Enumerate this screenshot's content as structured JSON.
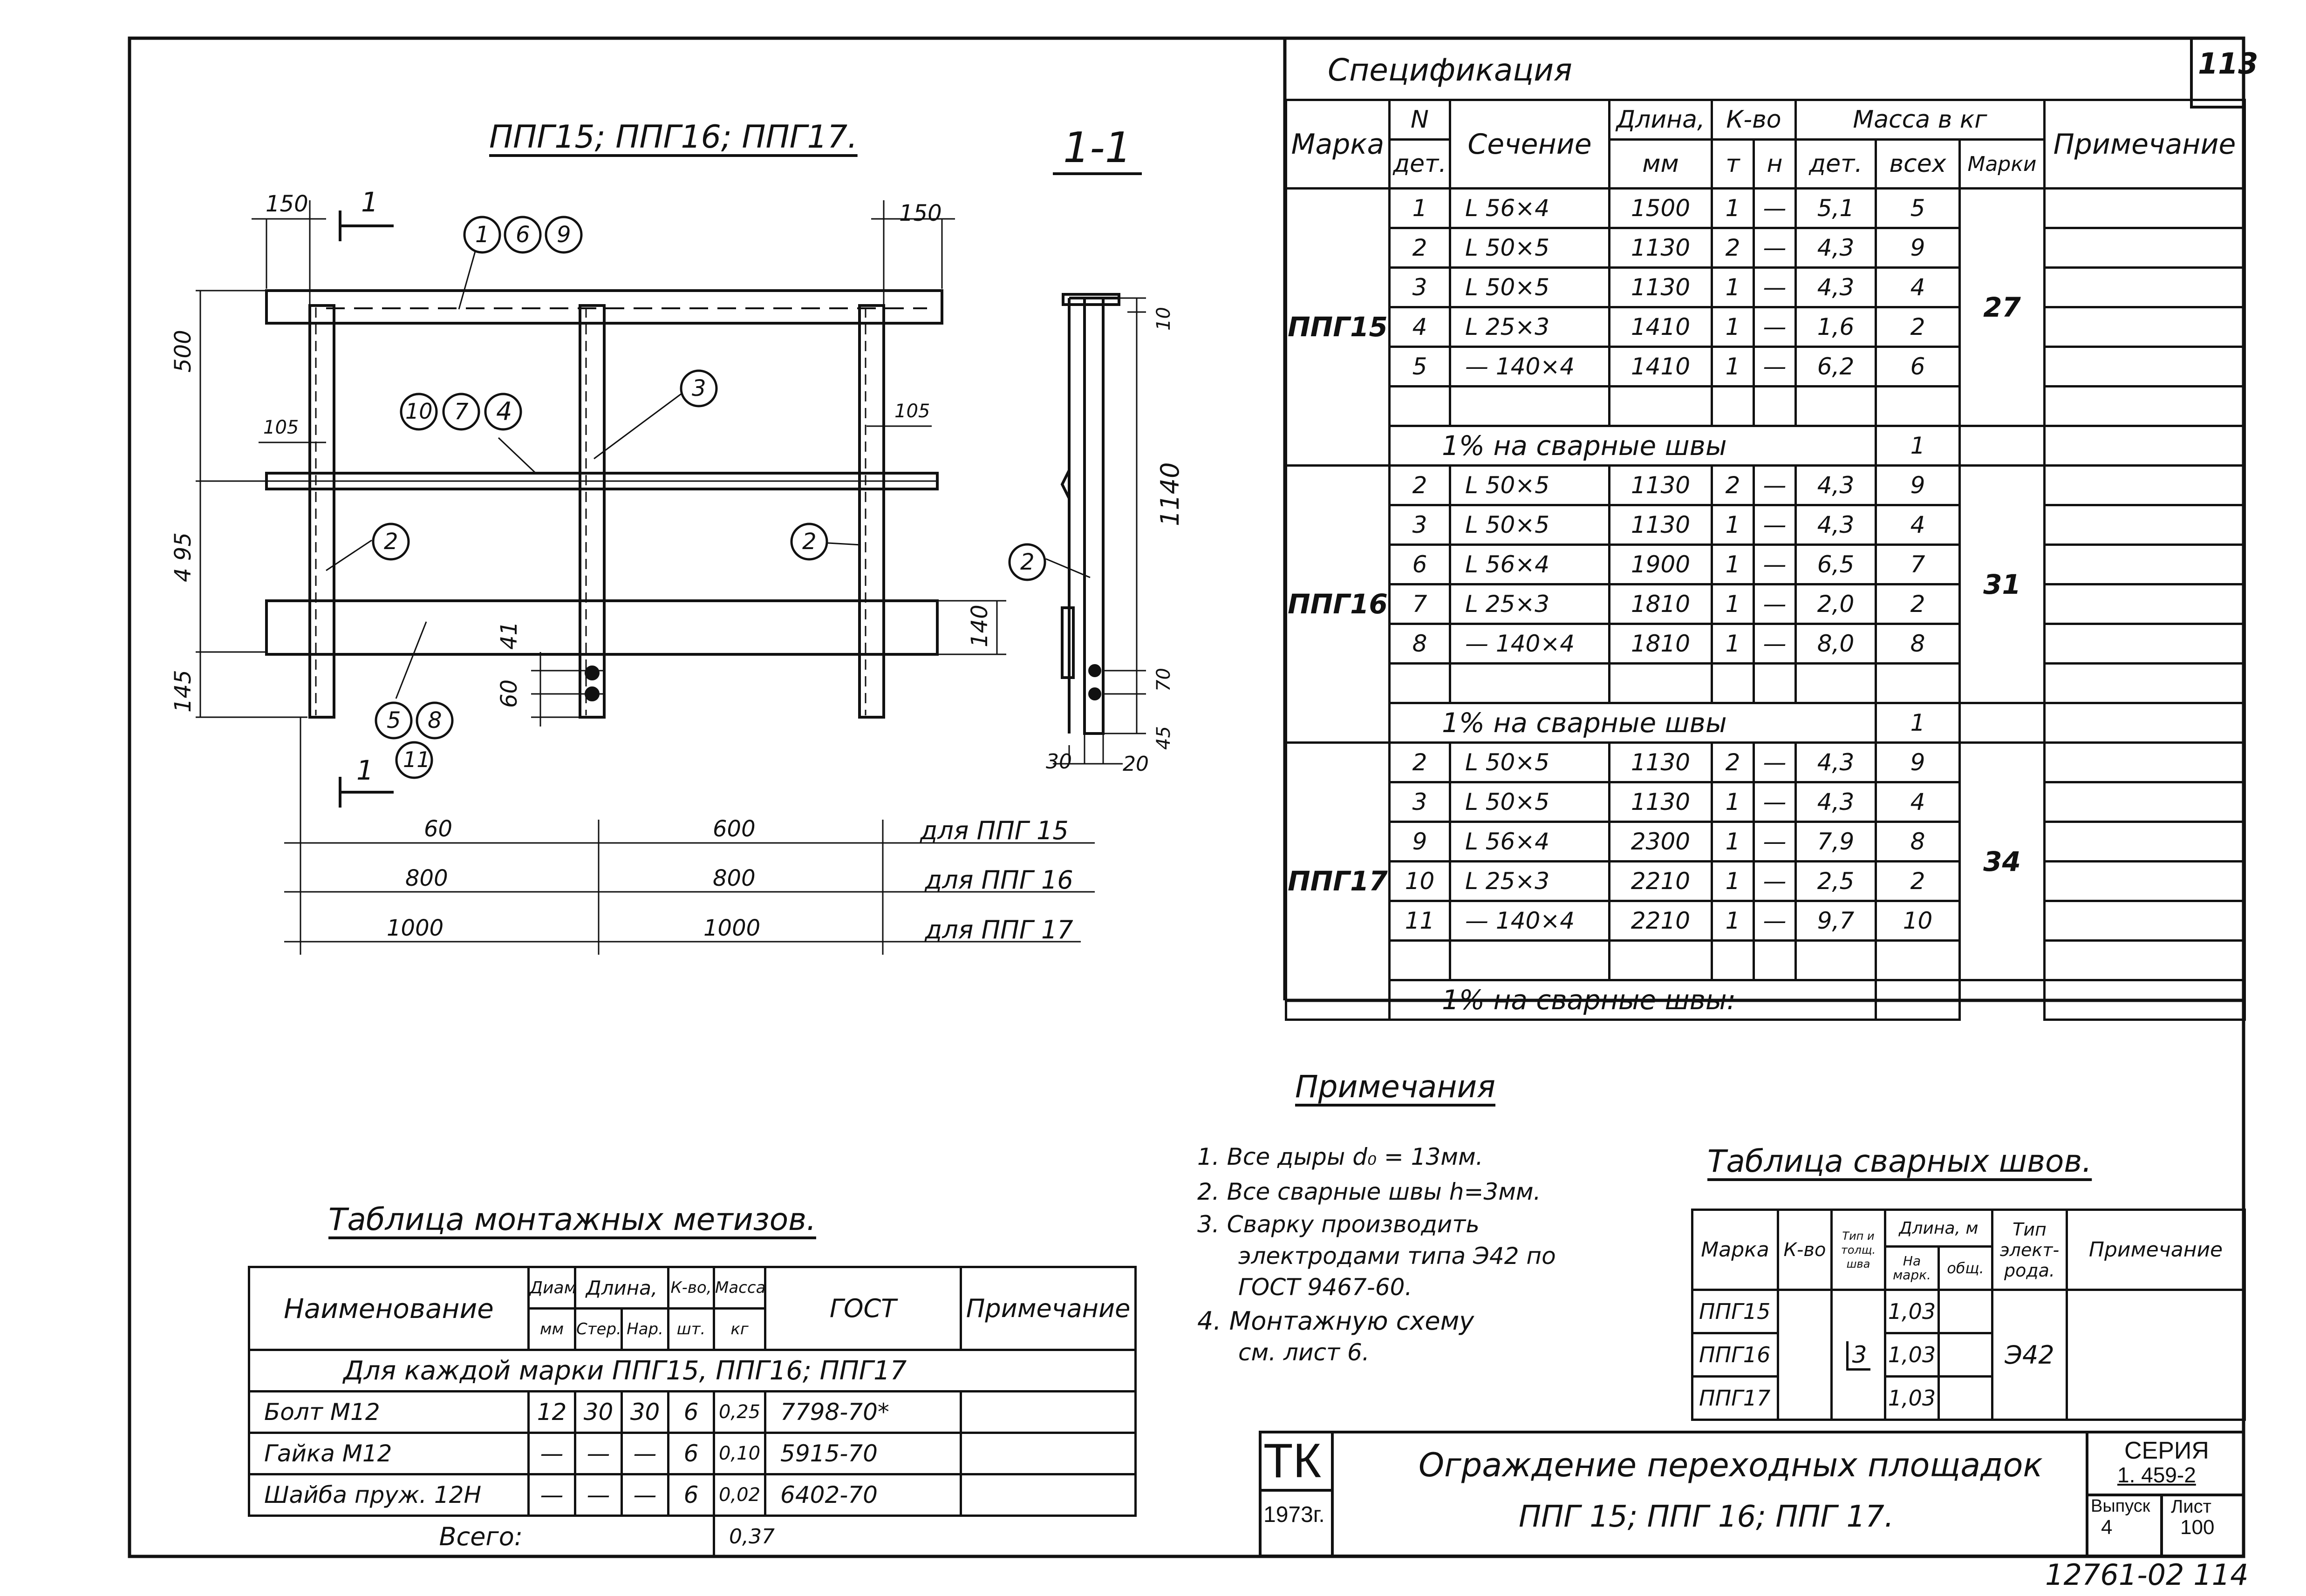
{
  "sheet_number": "113",
  "drawing": {
    "title": "ППГ15; ППГ16; ППГ17.",
    "section_title": "1-1",
    "section_mark": "1",
    "dims": {
      "d150a": "150",
      "d150b": "150",
      "d500": "500",
      "d105a": "105",
      "d105b": "105",
      "d495": "4 95",
      "d145": "145",
      "d41": "41",
      "d60": "60",
      "d140": "140",
      "d1140": "1140",
      "d10": "10",
      "d70": "70",
      "d45": "45",
      "d30": "30",
      "d20": "20"
    },
    "callouts": {
      "top": [
        "1",
        "6",
        "9"
      ],
      "mid": [
        "10",
        "7",
        "4"
      ],
      "post3": "3",
      "post2a": "2",
      "post2b": "2",
      "post2c": "2",
      "bottom": [
        "5",
        "8",
        "11"
      ]
    },
    "span_rows": [
      {
        "a": "60",
        "b": "600",
        "label": "для ППГ 15"
      },
      {
        "a": "800",
        "b": "800",
        "label": "для ППГ 16"
      },
      {
        "a": "1000",
        "b": "1000",
        "label": "для ППГ 17"
      }
    ]
  },
  "spec": {
    "title": "Спецификация",
    "headers": {
      "mark": "Марка",
      "n": "N",
      "det": "дет.",
      "section": "Сечение",
      "length": "Длина,",
      "length_unit": "мм",
      "qty": "К-во",
      "t": "т",
      "n2": "н",
      "mass": "Масса в кг",
      "mass_det": "дет.",
      "mass_all": "всех",
      "mass_mark": "Марки",
      "note": "Примечание"
    },
    "groups": [
      {
        "mark": "ППГ15",
        "total": "27",
        "weld_label": "1% на сварные швы",
        "weld_value": "1",
        "rows": [
          {
            "n": "1",
            "sec": "L 56×4",
            "len": "1500",
            "t": "1",
            "h": "—",
            "md": "5,1",
            "ma": "5"
          },
          {
            "n": "2",
            "sec": "L 50×5",
            "len": "1130",
            "t": "2",
            "h": "—",
            "md": "4,3",
            "ma": "9"
          },
          {
            "n": "3",
            "sec": "L 50×5",
            "len": "1130",
            "t": "1",
            "h": "—",
            "md": "4,3",
            "ma": "4"
          },
          {
            "n": "4",
            "sec": "L 25×3",
            "len": "1410",
            "t": "1",
            "h": "—",
            "md": "1,6",
            "ma": "2"
          },
          {
            "n": "5",
            "sec": "— 140×4",
            "len": "1410",
            "t": "1",
            "h": "—",
            "md": "6,2",
            "ma": "6"
          }
        ]
      },
      {
        "mark": "ППГ16",
        "total": "31",
        "weld_label": "1% на сварные швы",
        "weld_value": "1",
        "rows": [
          {
            "n": "2",
            "sec": "L 50×5",
            "len": "1130",
            "t": "2",
            "h": "—",
            "md": "4,3",
            "ma": "9"
          },
          {
            "n": "3",
            "sec": "L 50×5",
            "len": "1130",
            "t": "1",
            "h": "—",
            "md": "4,3",
            "ma": "4"
          },
          {
            "n": "6",
            "sec": "L 56×4",
            "len": "1900",
            "t": "1",
            "h": "—",
            "md": "6,5",
            "ma": "7"
          },
          {
            "n": "7",
            "sec": "L 25×3",
            "len": "1810",
            "t": "1",
            "h": "—",
            "md": "2,0",
            "ma": "2"
          },
          {
            "n": "8",
            "sec": "— 140×4",
            "len": "1810",
            "t": "1",
            "h": "—",
            "md": "8,0",
            "ma": "8"
          }
        ]
      },
      {
        "mark": "ППГ17",
        "total": "34",
        "weld_label": "1% на сварные швы:",
        "weld_value": "",
        "rows": [
          {
            "n": "2",
            "sec": "L 50×5",
            "len": "1130",
            "t": "2",
            "h": "—",
            "md": "4,3",
            "ma": "9"
          },
          {
            "n": "3",
            "sec": "L 50×5",
            "len": "1130",
            "t": "1",
            "h": "—",
            "md": "4,3",
            "ma": "4"
          },
          {
            "n": "9",
            "sec": "L 56×4",
            "len": "2300",
            "t": "1",
            "h": "—",
            "md": "7,9",
            "ma": "8"
          },
          {
            "n": "10",
            "sec": "L 25×3",
            "len": "2210",
            "t": "1",
            "h": "—",
            "md": "2,5",
            "ma": "2"
          },
          {
            "n": "11",
            "sec": "— 140×4",
            "len": "2210",
            "t": "1",
            "h": "—",
            "md": "9,7",
            "ma": "10"
          }
        ]
      }
    ]
  },
  "notes": {
    "title": "Примечания",
    "items": [
      "1. Все дыры d₀ = 13мм.",
      "2. Все сварные швы h=3мм.",
      "3. Сварку производить",
      "электродами типа Э42 по",
      "ГОСТ 9467-60.",
      "4. Монтажную схему",
      "см. лист 6."
    ]
  },
  "hardware": {
    "title": "Таблица монтажных метизов.",
    "headers": {
      "name": "Наименование",
      "diam": "Диам.",
      "diam_unit": "мм",
      "len": "Длина,",
      "len_unit": "мм",
      "rod": "Стер.",
      "thr": "Нар.",
      "qty": "К-во,",
      "qty_unit": "шт.",
      "mass": "Масса,",
      "mass_unit": "кг",
      "gost": "ГОСТ",
      "note": "Примечание"
    },
    "group_row": "Для каждой марки ППГ15, ППГ16; ППГ17",
    "rows": [
      {
        "name": "Болт М12",
        "d": "12",
        "l1": "30",
        "l2": "30",
        "q": "6",
        "m": "0,25",
        "g": "7798-70*"
      },
      {
        "name": "Гайка М12",
        "d": "—",
        "l1": "—",
        "l2": "—",
        "q": "6",
        "m": "0,10",
        "g": "5915-70"
      },
      {
        "name": "Шайба пруж. 12Н",
        "d": "—",
        "l1": "—",
        "l2": "—",
        "q": "6",
        "m": "0,02",
        "g": "6402-70"
      }
    ],
    "total_label": "Всего:",
    "total_value": "0,37"
  },
  "welds": {
    "title": "Таблица сварных швов.",
    "headers": {
      "mark": "Марка",
      "qty": "К-во",
      "type": "Тип и толщ. шва",
      "len": "Длина, м",
      "len_mark": "На марк.",
      "len_total": "общ.",
      "electrode": "Тип элект- рода.",
      "note": "Примечание"
    },
    "rows": [
      {
        "mark": "ППГ15",
        "len": "1,03"
      },
      {
        "mark": "ППГ16",
        "len": "1,03"
      },
      {
        "mark": "ППГ17",
        "len": "1,03"
      }
    ],
    "weld_type": "3",
    "electrode": "Э42"
  },
  "titleblock": {
    "org": "ТК",
    "year": "1973г.",
    "title_line1": "Ограждение переходных площадок",
    "title_line2": "ППГ 15; ППГ 16; ППГ 17.",
    "series_label": "СЕРИЯ",
    "series": "1. 459-2",
    "issue_label": "Выпуск",
    "issue": "4",
    "sheet_label": "Лист",
    "sheet": "100"
  },
  "archive_number": "12761-02 114"
}
